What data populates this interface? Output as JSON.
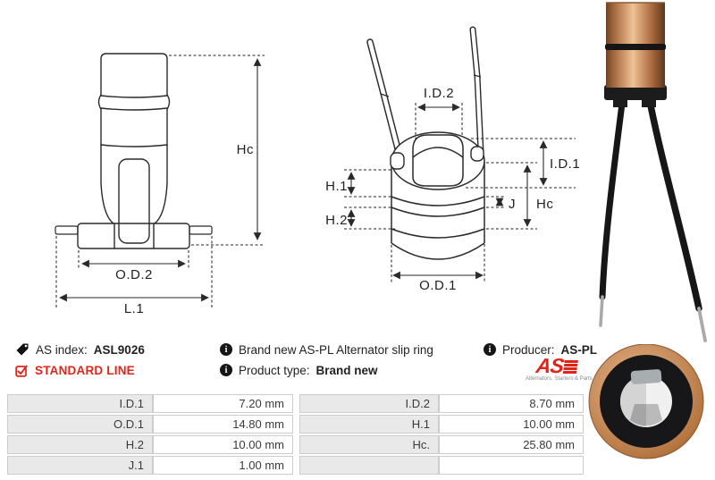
{
  "info": {
    "as_index": {
      "label": "AS index:",
      "value": "ASL9026"
    },
    "standard_line": "STANDARD LINE",
    "description": "Brand new AS-PL Alternator slip ring",
    "product_type": {
      "label": "Product type:",
      "value": "Brand new"
    },
    "producer": {
      "label": "Producer:",
      "value": "AS-PL"
    },
    "info_icon_glyph": "i"
  },
  "logo": {
    "text": "AS",
    "tagline": "Alternators, Starters & Parts"
  },
  "drawings": {
    "side_view": {
      "hc": "Hc",
      "od2": "O.D.2",
      "l1": "L.1"
    },
    "perspective_view": {
      "id2": "I.D.2",
      "id1": "I.D.1",
      "h1": "H.1",
      "h2": "H.2",
      "j": "J",
      "hc": "Hc",
      "od1": "O.D.1"
    }
  },
  "spec_table": {
    "left_rows": [
      {
        "label": "I.D.1",
        "value": "7.20 mm"
      },
      {
        "label": "O.D.1",
        "value": "14.80 mm"
      },
      {
        "label": "H.2",
        "value": "10.00 mm"
      },
      {
        "label": "J.1",
        "value": "1.00 mm"
      }
    ],
    "right_rows": [
      {
        "label": "I.D.2",
        "value": "8.70 mm"
      },
      {
        "label": "H.1",
        "value": "10.00 mm"
      },
      {
        "label": "Hc.",
        "value": "25.80 mm"
      },
      {
        "label": "",
        "value": ""
      }
    ]
  },
  "colors": {
    "accent_red": "#e2231a",
    "drawing_line": "#2a2a2a",
    "table_label_bg": "#e9e9e9",
    "table_border": "#cccccc",
    "copper": "#c99065",
    "wire_black": "#161616"
  }
}
